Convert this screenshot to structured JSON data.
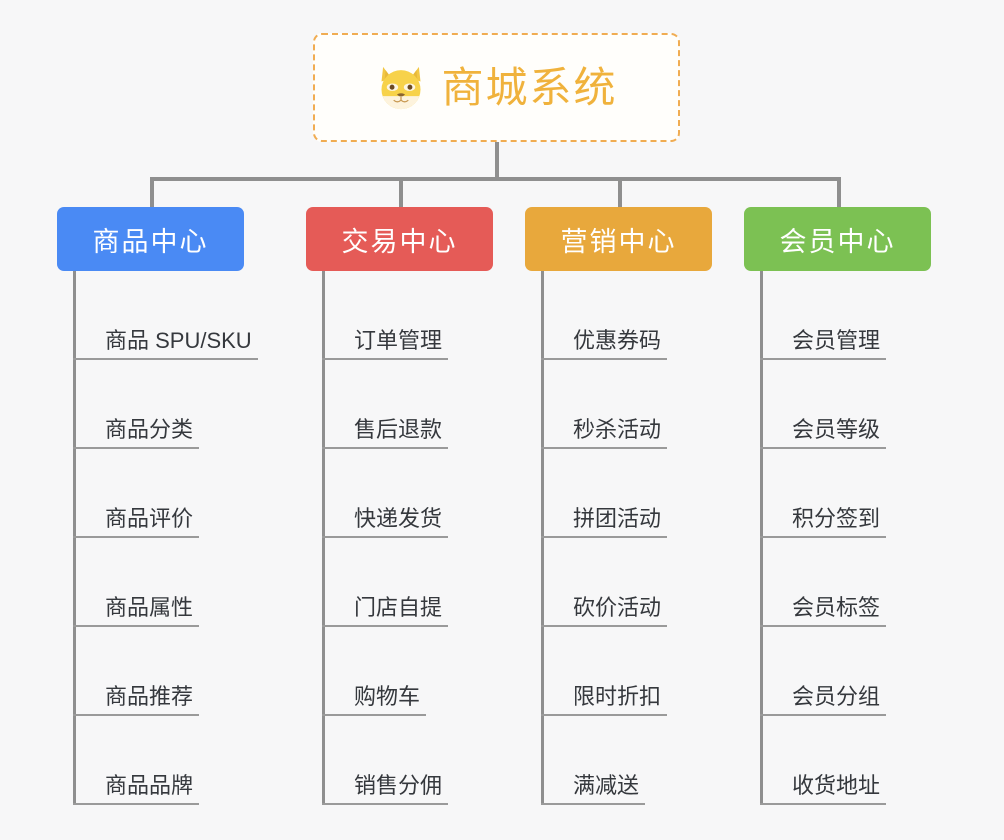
{
  "diagram": {
    "type": "organization-tree",
    "background_color": "#f7f7f8",
    "line_color": "#8f8f8f"
  },
  "root": {
    "title": "商城系统",
    "icon": "shiba-dog-face-icon",
    "text_color": "#f0b23c",
    "border_color": "#f0ac52",
    "background_color": "#fffefb"
  },
  "categories": [
    {
      "label": "商品中心",
      "color": "#4a8af4",
      "items": [
        "商品 SPU/SKU",
        "商品分类",
        "商品评价",
        "商品属性",
        "商品推荐",
        "商品品牌"
      ]
    },
    {
      "label": "交易中心",
      "color": "#e55b57",
      "items": [
        "订单管理",
        "售后退款",
        "快递发货",
        "门店自提",
        "购物车",
        "销售分佣"
      ]
    },
    {
      "label": "营销中心",
      "color": "#e8a83c",
      "items": [
        "优惠券码",
        "秒杀活动",
        "拼团活动",
        "砍价活动",
        "限时折扣",
        "满减送"
      ]
    },
    {
      "label": "会员中心",
      "color": "#7cc153",
      "items": [
        "会员管理",
        "会员等级",
        "积分签到",
        "会员标签",
        "会员分组",
        "收货地址"
      ]
    }
  ]
}
